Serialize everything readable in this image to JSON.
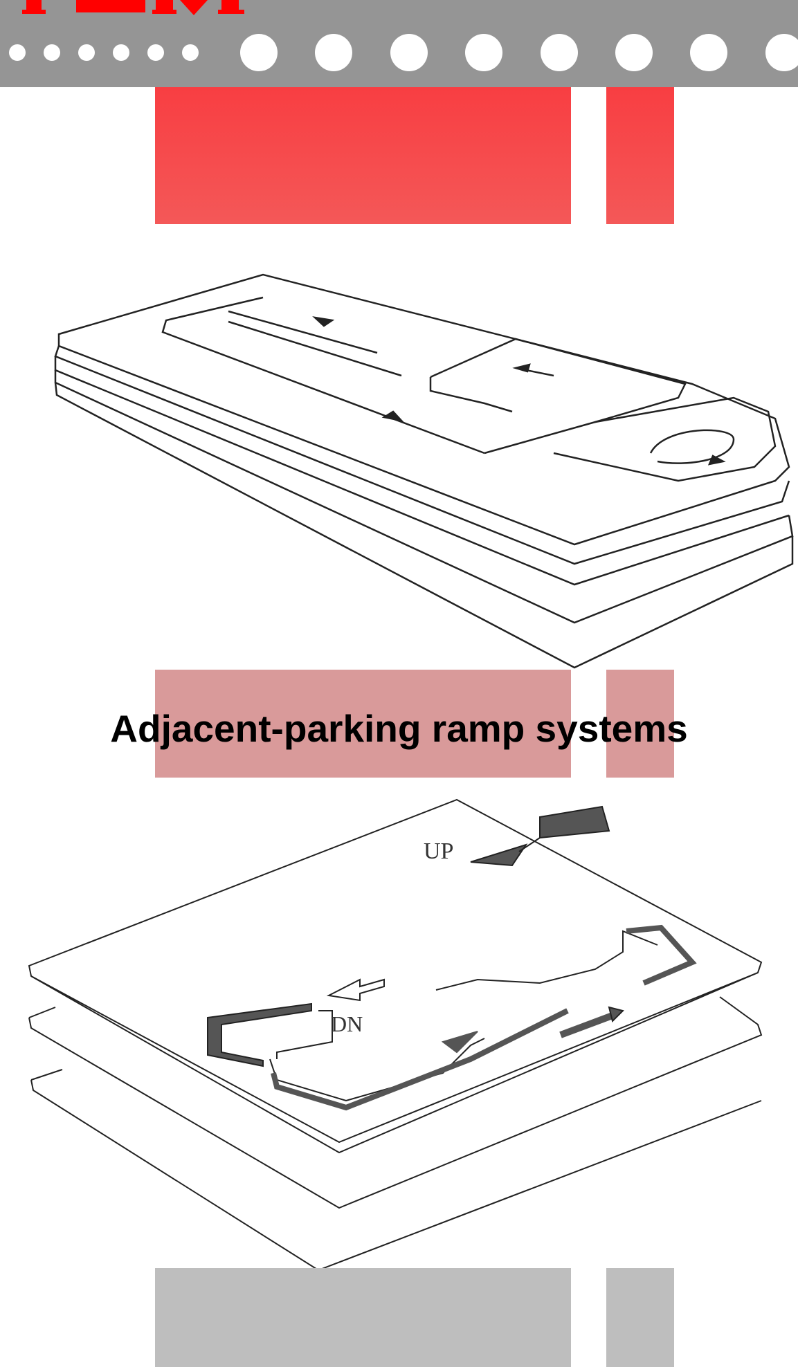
{
  "header": {
    "background_color": "#959595",
    "logo_color": "#ff0000",
    "small_dot_count": 6,
    "large_dot_count": 8
  },
  "accent_bars": {
    "top_color": "#f84043",
    "middle_color": "#d99a9a",
    "bottom_color": "#bebebe"
  },
  "slide": {
    "title": "Adjacent-parking ramp systems",
    "figure2_labels": {
      "up": "UP",
      "down": "DN"
    }
  }
}
